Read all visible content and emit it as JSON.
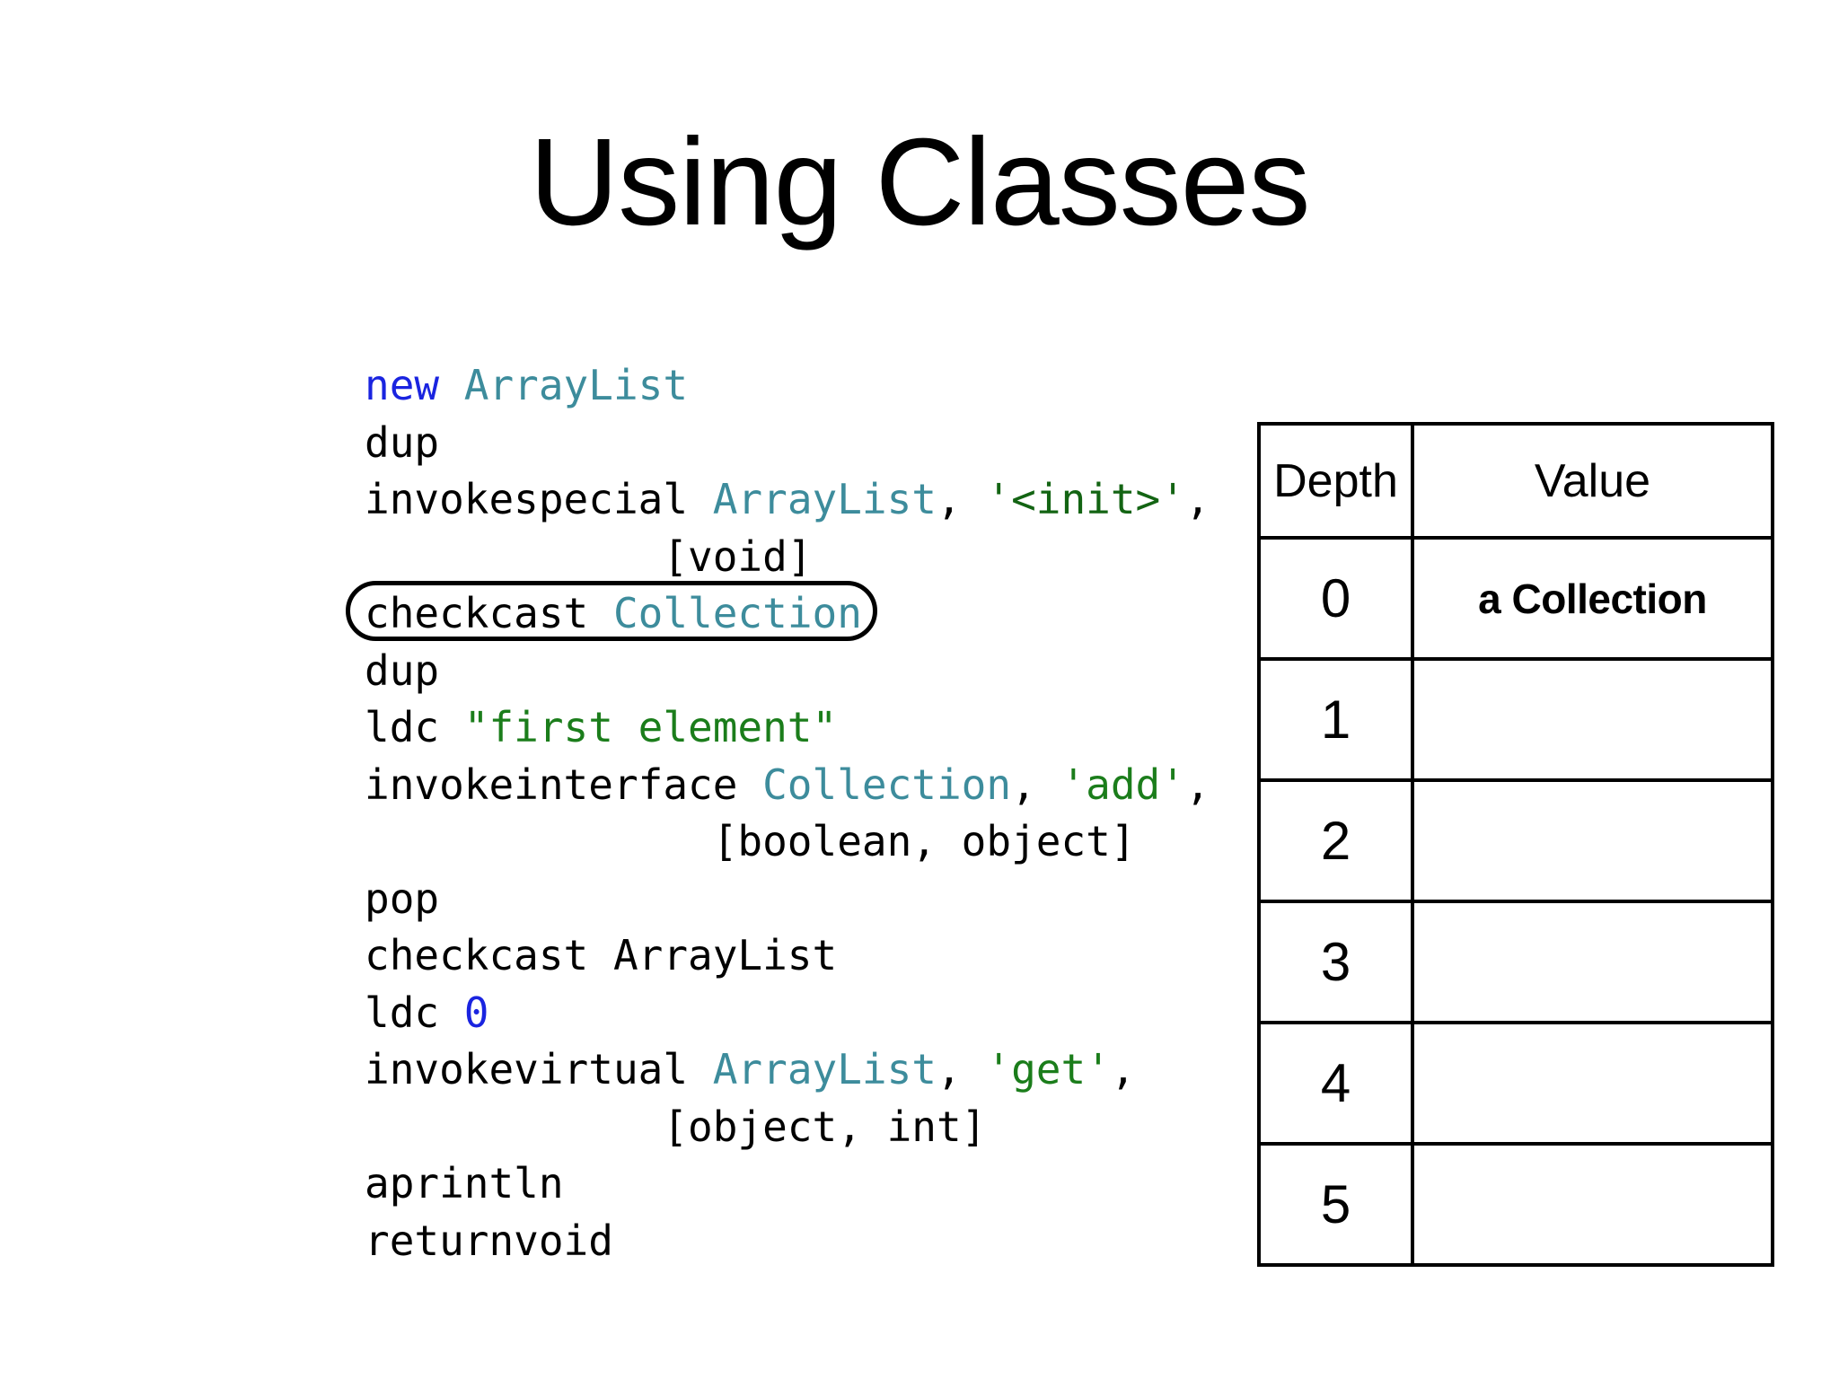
{
  "slide": {
    "title": "Using Classes",
    "background_color": "#ffffff"
  },
  "colors": {
    "keyword": "#1a24e0",
    "type": "#3d8c9c",
    "string": "#1b7d1b",
    "string_quote": "#136413",
    "number": "#1a24e0",
    "text": "#000000",
    "border": "#000000"
  },
  "code": {
    "lines": [
      {
        "id": "line-new-arraylist",
        "highlighted": false,
        "tokens": [
          {
            "text": "new ",
            "kind": "keyword"
          },
          {
            "text": "ArrayList",
            "kind": "type"
          }
        ]
      },
      {
        "id": "line-dup-1",
        "highlighted": false,
        "tokens": [
          {
            "text": "dup",
            "kind": "plain"
          }
        ]
      },
      {
        "id": "line-invokespecial",
        "highlighted": false,
        "tokens": [
          {
            "text": "invokespecial ",
            "kind": "plain"
          },
          {
            "text": "ArrayList",
            "kind": "type"
          },
          {
            "text": ", ",
            "kind": "plain"
          },
          {
            "text": "'<init>'",
            "kind": "string_quote"
          },
          {
            "text": ",",
            "kind": "plain"
          }
        ]
      },
      {
        "id": "line-void",
        "highlighted": false,
        "tokens": [
          {
            "text": "            [void]",
            "kind": "plain"
          }
        ]
      },
      {
        "id": "line-checkcast-collection",
        "highlighted": true,
        "tokens": [
          {
            "text": "checkcast ",
            "kind": "plain"
          },
          {
            "text": "Collection",
            "kind": "type"
          }
        ]
      },
      {
        "id": "line-dup-2",
        "highlighted": false,
        "tokens": [
          {
            "text": "dup",
            "kind": "plain"
          }
        ]
      },
      {
        "id": "line-ldc-first-element",
        "highlighted": false,
        "tokens": [
          {
            "text": "ldc ",
            "kind": "plain"
          },
          {
            "text": "\"first element\"",
            "kind": "string"
          }
        ]
      },
      {
        "id": "line-invokeinterface",
        "highlighted": false,
        "tokens": [
          {
            "text": "invokeinterface ",
            "kind": "plain"
          },
          {
            "text": "Collection",
            "kind": "type"
          },
          {
            "text": ", ",
            "kind": "plain"
          },
          {
            "text": "'add'",
            "kind": "string"
          },
          {
            "text": ",",
            "kind": "plain"
          }
        ]
      },
      {
        "id": "line-boolean-object",
        "highlighted": false,
        "tokens": [
          {
            "text": "              [boolean, object]",
            "kind": "plain"
          }
        ]
      },
      {
        "id": "line-pop",
        "highlighted": false,
        "tokens": [
          {
            "text": "pop",
            "kind": "plain"
          }
        ]
      },
      {
        "id": "line-checkcast-arraylist",
        "highlighted": false,
        "tokens": [
          {
            "text": "checkcast ArrayList",
            "kind": "plain"
          }
        ]
      },
      {
        "id": "line-ldc-zero",
        "highlighted": false,
        "tokens": [
          {
            "text": "ldc ",
            "kind": "plain"
          },
          {
            "text": "0",
            "kind": "number"
          }
        ]
      },
      {
        "id": "line-invokevirtual",
        "highlighted": false,
        "tokens": [
          {
            "text": "invokevirtual ",
            "kind": "plain"
          },
          {
            "text": "ArrayList",
            "kind": "type"
          },
          {
            "text": ", ",
            "kind": "plain"
          },
          {
            "text": "'get'",
            "kind": "string"
          },
          {
            "text": ",",
            "kind": "plain"
          }
        ]
      },
      {
        "id": "line-object-int",
        "highlighted": false,
        "tokens": [
          {
            "text": "            [object, int]",
            "kind": "plain"
          }
        ]
      },
      {
        "id": "line-aprintln",
        "highlighted": false,
        "tokens": [
          {
            "text": "aprintln",
            "kind": "plain"
          }
        ]
      },
      {
        "id": "line-returnvoid",
        "highlighted": false,
        "tokens": [
          {
            "text": "returnvoid",
            "kind": "plain"
          }
        ]
      }
    ]
  },
  "stack_table": {
    "headers": [
      "Depth",
      "Value"
    ],
    "rows": [
      {
        "depth": "0",
        "value": "a Collection"
      },
      {
        "depth": "1",
        "value": ""
      },
      {
        "depth": "2",
        "value": ""
      },
      {
        "depth": "3",
        "value": ""
      },
      {
        "depth": "4",
        "value": ""
      },
      {
        "depth": "5",
        "value": ""
      }
    ]
  }
}
